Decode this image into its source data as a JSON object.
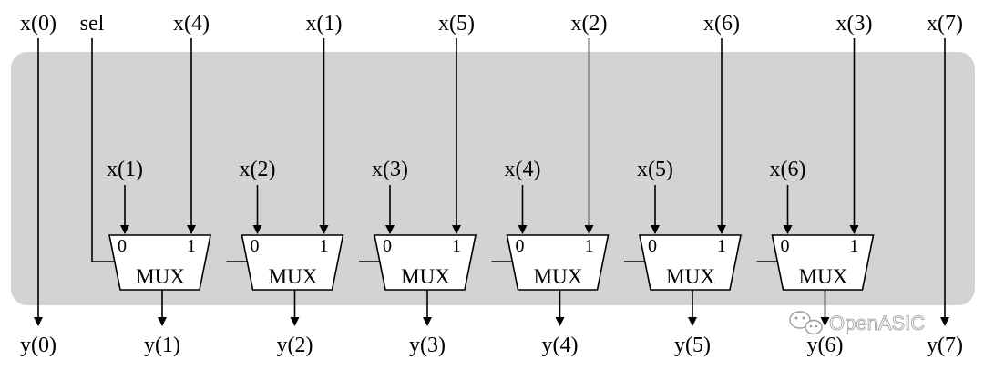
{
  "sel_label": "sel",
  "watermark": "OpenASIC",
  "inputs_top": [
    "x(0)",
    "x(4)",
    "x(1)",
    "x(5)",
    "x(2)",
    "x(6)",
    "x(3)",
    "x(7)"
  ],
  "outputs_bottom": [
    "y(0)",
    "y(1)",
    "y(2)",
    "y(3)",
    "y(4)",
    "y(5)",
    "y(6)",
    "y(7)"
  ],
  "muxes": [
    {
      "label": "MUX",
      "port0_label": "0",
      "port1_label": "1",
      "in0": "x(1)",
      "in1": "x(4)",
      "out": "y(1)"
    },
    {
      "label": "MUX",
      "port0_label": "0",
      "port1_label": "1",
      "in0": "x(2)",
      "in1": "x(1)",
      "out": "y(2)"
    },
    {
      "label": "MUX",
      "port0_label": "0",
      "port1_label": "1",
      "in0": "x(3)",
      "in1": "x(5)",
      "out": "y(3)"
    },
    {
      "label": "MUX",
      "port0_label": "0",
      "port1_label": "1",
      "in0": "x(4)",
      "in1": "x(2)",
      "out": "y(4)"
    },
    {
      "label": "MUX",
      "port0_label": "0",
      "port1_label": "1",
      "in0": "x(5)",
      "in1": "x(6)",
      "out": "y(5)"
    },
    {
      "label": "MUX",
      "port0_label": "0",
      "port1_label": "1",
      "in0": "x(6)",
      "in1": "x(3)",
      "out": "y(6)"
    }
  ]
}
